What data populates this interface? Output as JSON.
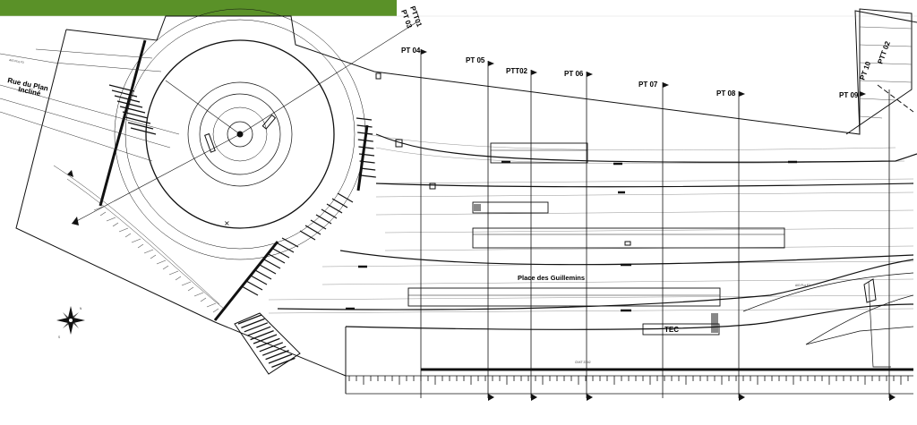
{
  "header": {
    "bar_color": "#5a9128"
  },
  "profile_points": [
    {
      "id": "pt04",
      "label": "PT 04"
    },
    {
      "id": "pt05",
      "label": "PT 05"
    },
    {
      "id": "ptt02",
      "label": "PTT02"
    },
    {
      "id": "pt06",
      "label": "PT 06"
    },
    {
      "id": "pt07",
      "label": "PT 07"
    },
    {
      "id": "pt08",
      "label": "PT 08"
    },
    {
      "id": "pt09",
      "label": "PT 09"
    },
    {
      "id": "ptt01",
      "label": "PTT01"
    },
    {
      "id": "pt03",
      "label": "PT 03"
    },
    {
      "id": "ptt02-right",
      "label": "PTT 02"
    },
    {
      "id": "pt10",
      "label": "PT 10"
    }
  ],
  "street_labels": {
    "rue_line1": "Rue du Plan",
    "rue_line2": "Incliné",
    "place": "Place des Guillemins",
    "tec": "TEC"
  },
  "annotations": {
    "aig_left": "AIG PLq F3",
    "aig_right": "AIG PLq F3",
    "cote": "CNXT 23.62"
  }
}
